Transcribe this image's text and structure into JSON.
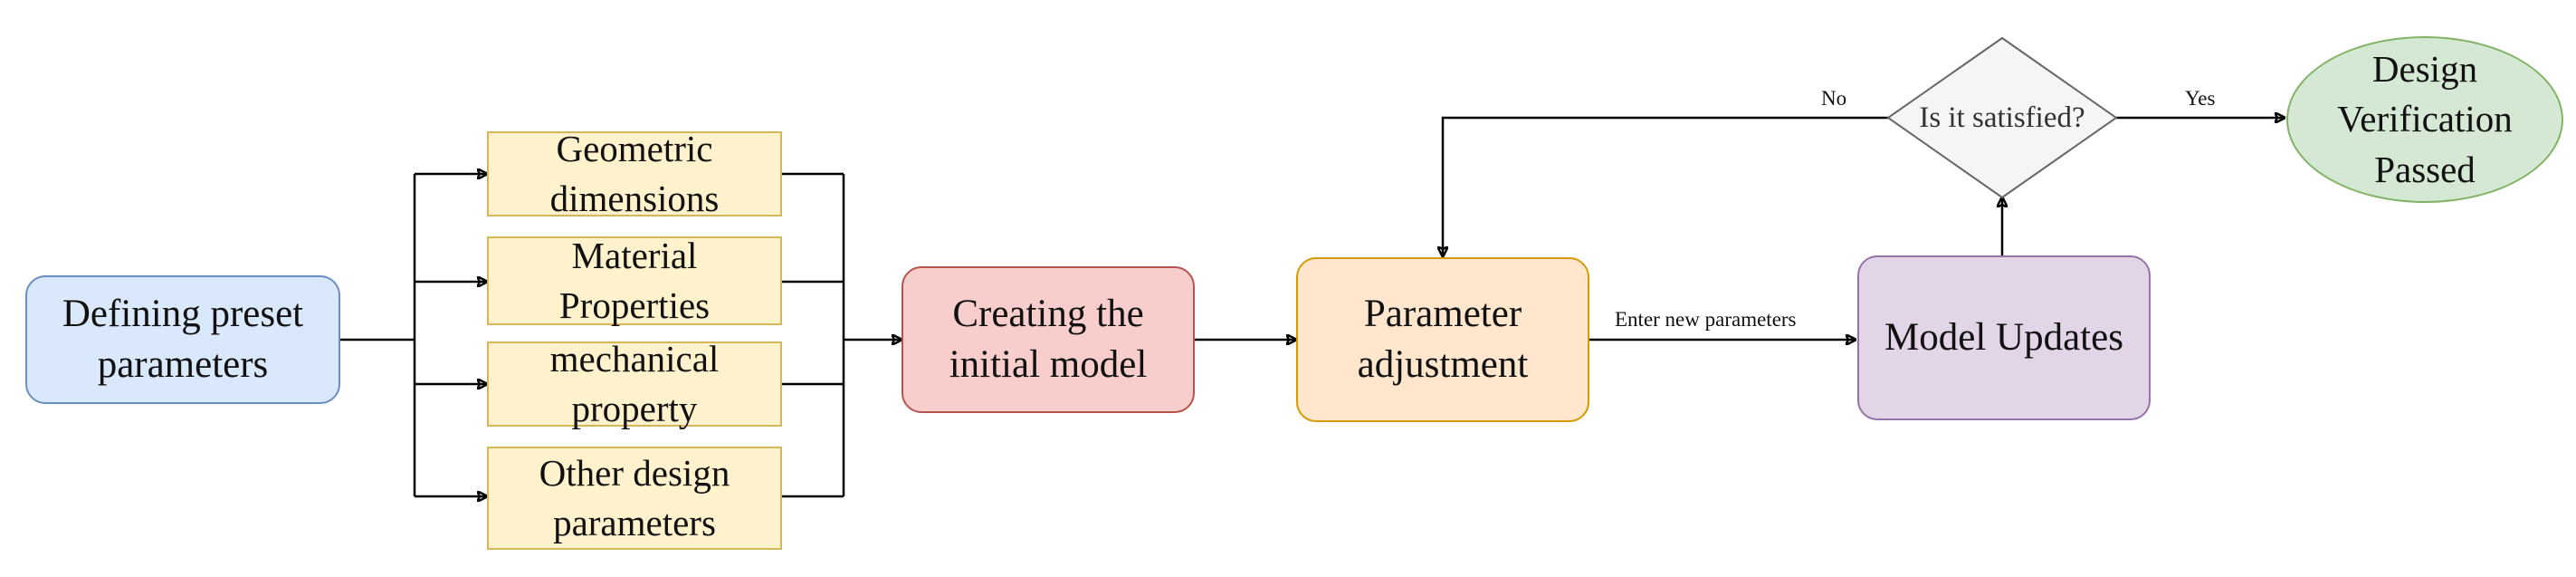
{
  "nodes": {
    "defining": [
      "Defining preset",
      "parameters"
    ],
    "geometric": [
      "Geometric",
      "dimensions"
    ],
    "material": [
      "Material",
      "Properties"
    ],
    "mechanical": [
      "mechanical",
      "property"
    ],
    "other": [
      "Other design",
      "parameters"
    ],
    "creating": [
      "Creating the",
      "initial model"
    ],
    "adjustment": [
      "Parameter",
      "adjustment"
    ],
    "updates": "Model Updates",
    "decision": "Is it satisfied?",
    "passed": [
      "Design",
      "Verification",
      "Passed"
    ]
  },
  "edge_labels": {
    "enter_new": "Enter new parameters",
    "no": "No",
    "yes": "Yes"
  },
  "colors": {
    "blue_fill": "#dae8fc",
    "yellow_fill": "#fff2cc",
    "red_fill": "#f8cecc",
    "orange_fill": "#ffe6cc",
    "purple_fill": "#e1d5e7",
    "green_fill": "#d5e8d4",
    "diamond_fill": "#f5f5f5"
  }
}
